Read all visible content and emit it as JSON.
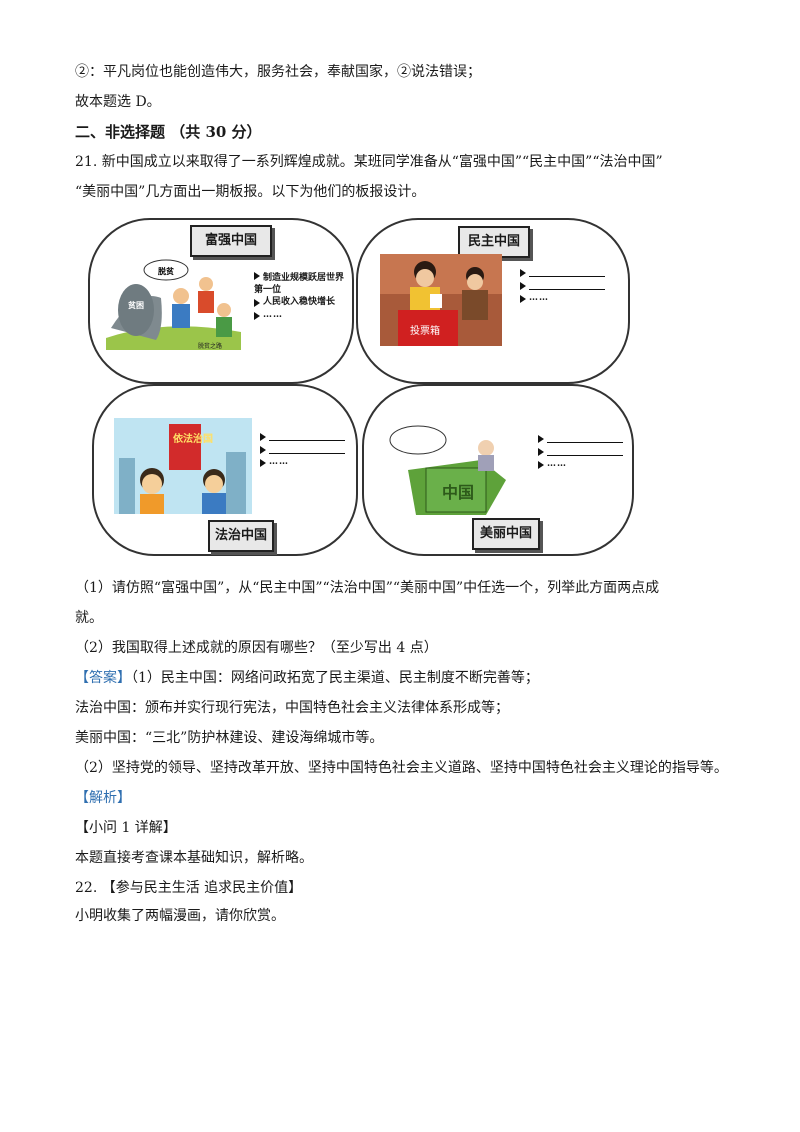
{
  "lines": {
    "l1": "②：平凡岗位也能创造伟大，服务社会，奉献国家，②说法错误；",
    "l2": "故本题选 D。",
    "section": "二、非选择题  （共 30 分）",
    "q21_a": "21.  新中国成立以来取得了一系列辉煌成就。某班同学准备从“富强中国”“民主中国”“法治中国”",
    "q21_b": "“美丽中国”几方面出一期板报。以下为他们的板报设计。",
    "sub1_a": "（1）请仿照“富强中国”，从“民主中国”“法治中国”“美丽中国”中任选一个，列举此方面两点成",
    "sub1_b": "就。",
    "sub2": "（2）我国取得上述成就的原因有哪些？（至少写出 4 点）",
    "answer_tag": "【答案】",
    "answer_1": "（1）民主中国：网络问政拓宽了民主渠道、民主制度不断完善等；",
    "answer_2": "法治中国：颁布并实行现行宪法，中国特色社会主义法律体系形成等；",
    "answer_3": "美丽中国：“三北”防护林建设、建设海绵城市等。",
    "answer_4": "（2）坚持党的领导、坚持改革开放、坚持中国特色社会主义道路、坚持中国特色社会主义理论的指导等。",
    "analysis_tag": "【解析】",
    "detail_tag": "【小问 1 详解】",
    "detail_text": "本题直接考查课本基础知识，解析略。",
    "q22_title": "22. 【参与民主生活  追求民主价值】",
    "q22_text": "小明收集了两幅漫画，请你欣赏。"
  },
  "board": {
    "panel1": {
      "label": "富强中国",
      "bullet1": "制造业规模跃居世界第一位",
      "bullet2": "人民收入稳快增长",
      "bullet3": "……",
      "img_text_1": "贫困",
      "img_text_2": "脱贫",
      "img_text_3": "脱贫之路"
    },
    "panel2": {
      "label": "民主中国",
      "bullet3": "……",
      "img_text": "投票箱"
    },
    "panel3": {
      "label": "法治中国",
      "bullet3": "……",
      "img_text": "依法治国"
    },
    "panel4": {
      "label": "美丽中国",
      "bullet3": "……",
      "img_text": "中国"
    }
  }
}
